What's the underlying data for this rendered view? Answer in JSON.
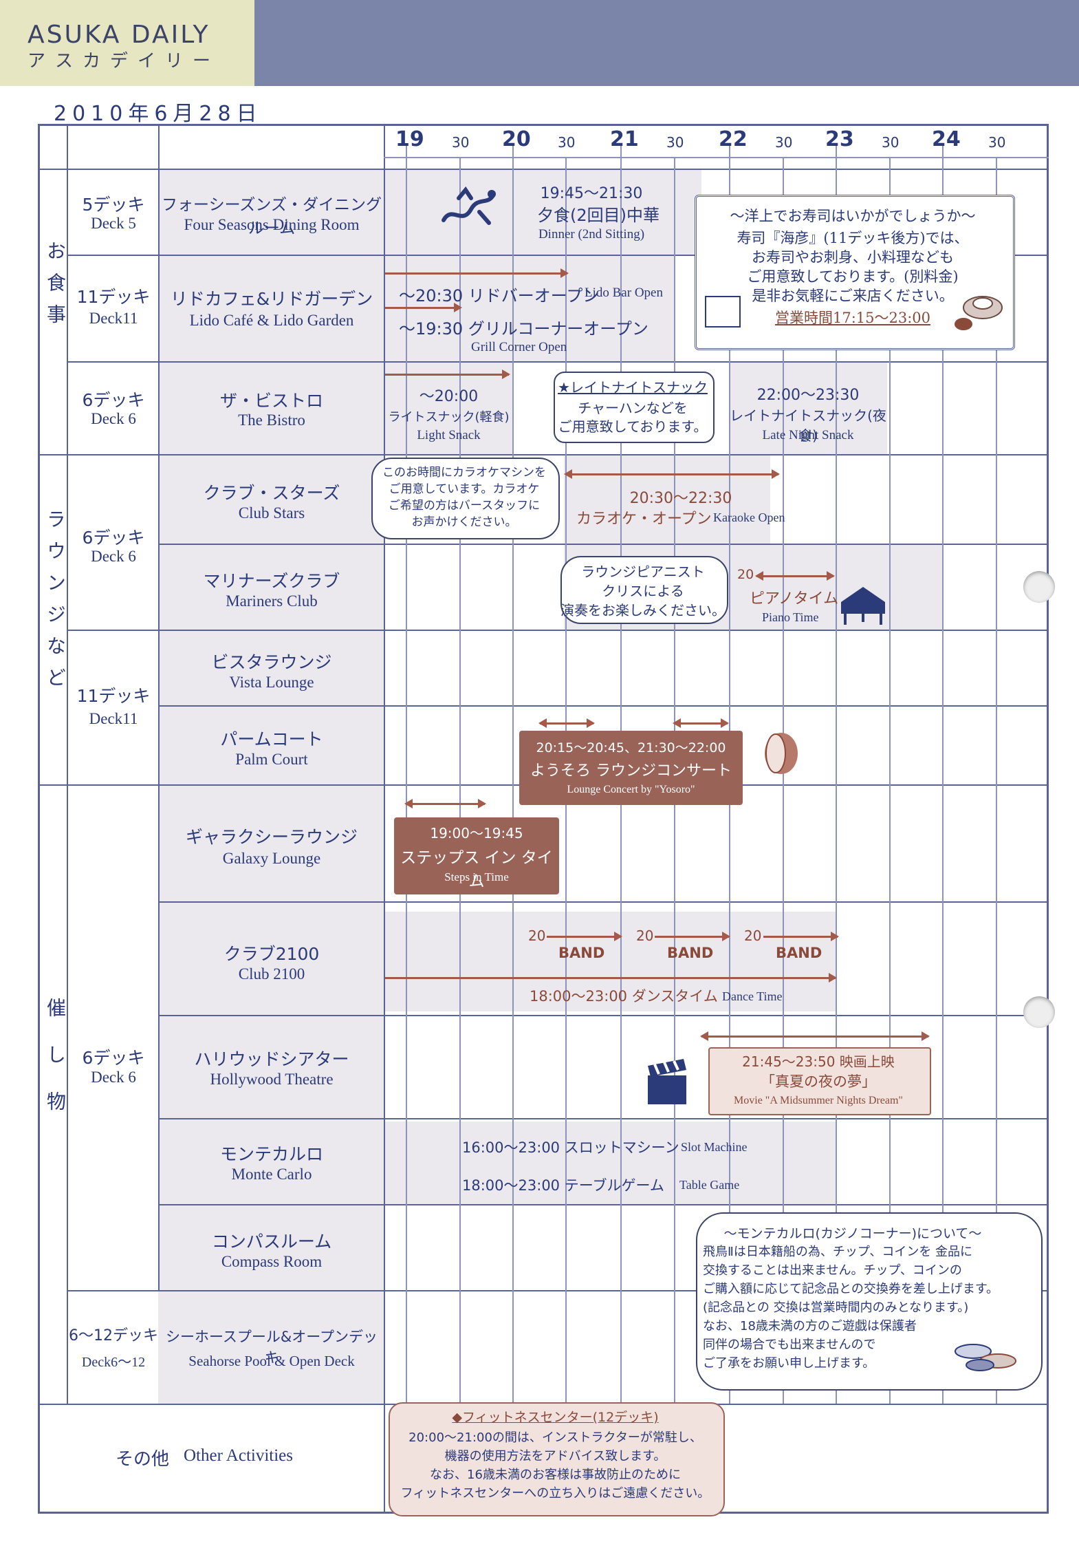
{
  "header": {
    "brand": "ASUKA DAILY",
    "brand_kana": "アスカデイリー",
    "date": "2010年6月28日"
  },
  "timeline": {
    "hours": [
      "19",
      "20",
      "21",
      "22",
      "23",
      "24"
    ],
    "half": "30"
  },
  "categories": {
    "meals": "お食事",
    "lounges": "ラウンジなど",
    "events": "催し物"
  },
  "rows": [
    {
      "deck_j": "5デッキ",
      "deck_e": "Deck 5",
      "venue_j": "フォーシーズンズ・ダイニングルーム",
      "venue_e": "Four Seasons Dining Room"
    },
    {
      "deck_j": "11デッキ",
      "deck_e": "Deck11",
      "venue_j": "リドカフェ&リドガーデン",
      "venue_e": "Lido Café & Lido Garden"
    },
    {
      "deck_j": "6デッキ",
      "deck_e": "Deck 6",
      "venue_j": "ザ・ビストロ",
      "venue_e": "The Bistro"
    },
    {
      "deck_j": "6デッキ",
      "deck_e": "Deck 6",
      "venue_j": "クラブ・スターズ",
      "venue_e": "Club Stars"
    },
    {
      "venue_j": "マリナーズクラブ",
      "venue_e": "Mariners Club"
    },
    {
      "deck_j": "11デッキ",
      "deck_e": "Deck11",
      "venue_j": "ビスタラウンジ",
      "venue_e": "Vista Lounge"
    },
    {
      "venue_j": "パームコート",
      "venue_e": "Palm Court"
    },
    {
      "venue_j": "ギャラクシーラウンジ",
      "venue_e": "Galaxy Lounge"
    },
    {
      "deck_j": "6デッキ",
      "deck_e": "Deck 6",
      "venue_j": "クラブ2100",
      "venue_e": "Club 2100"
    },
    {
      "venue_j": "ハリウッドシアター",
      "venue_e": "Hollywood Theatre"
    },
    {
      "venue_j": "モンテカルロ",
      "venue_e": "Monte Carlo"
    },
    {
      "venue_j": "コンパスルーム",
      "venue_e": "Compass Room"
    },
    {
      "deck_j": "6〜12デッキ",
      "deck_e": "Deck6〜12",
      "venue_j": "シーホースプール&オープンデッキ",
      "venue_e": "Seahorse Pool & Open Deck"
    },
    {
      "venue_j": "その他",
      "venue_e": "Other Activities"
    }
  ],
  "events": {
    "dinner": {
      "time": "19:45〜21:30",
      "title": "夕食(2回目)中華",
      "en": "Dinner (2nd Sitting)"
    },
    "lido_bar": {
      "title": "〜20:30 リドバーオープン",
      "en": "Lido Bar Open"
    },
    "grill": {
      "title": "〜19:30 グリルコーナーオープン",
      "en": "Grill Corner Open"
    },
    "light_snack": {
      "time": "〜20:00",
      "title": "ライトスナック(軽食)",
      "en": "Light Snack"
    },
    "late_snack_bubble": {
      "l1": "★レイトナイトスナック",
      "l2": "チャーハンなどを",
      "l3": "ご用意致しております。"
    },
    "late_snack": {
      "time": "22:00〜23:30",
      "title": "レイトナイトスナック(夜食)",
      "en": "Late Night Snack"
    },
    "karaoke_bubble": {
      "l1": "このお時間にカラオケマシンを",
      "l2": "ご用意しています。カラオケ",
      "l3": "ご希望の方はバースタッフに",
      "l4": "お声かけください。"
    },
    "karaoke": {
      "time": "20:30〜22:30",
      "title": "カラオケ・オープン",
      "en": "Karaoke Open"
    },
    "pianist_bubble": {
      "l1": "ラウンジピアニスト",
      "l2": "クリスによる",
      "l3": "演奏をお楽しみください。"
    },
    "piano": {
      "dur": "20",
      "title": "ピアノタイム",
      "en": "Piano Time"
    },
    "lounge_concert": {
      "time": "20:15〜20:45、21:30〜22:00",
      "title": "ようそろ ラウンジコンサート",
      "en": "Lounge Concert by \"Yosoro\""
    },
    "steps": {
      "time": "19:00〜19:45",
      "title": "ステップス イン タイム",
      "en": "Steps in Time"
    },
    "band": {
      "dur": "20",
      "label": "BAND"
    },
    "dance": {
      "title": "18:00〜23:00 ダンスタイム",
      "en": "Dance Time"
    },
    "movie": {
      "time": "21:45〜23:50 映画上映",
      "title": "「真夏の夜の夢」",
      "en": "Movie \"A Midsummer Nights Dream\""
    },
    "slot": {
      "title": "16:00〜23:00 スロットマシーン",
      "en": "Slot Machine"
    },
    "table_game": {
      "title": "18:00〜23:00 テーブルゲーム",
      "en": "Table Game"
    }
  },
  "sushi_notice": {
    "l1": "〜洋上でお寿司はいかがでしょうか〜",
    "l2": "寿司『海彦』(11デッキ後方)では、",
    "l3": "お寿司やお刺身、小料理なども",
    "l4": "ご用意致しております。(別料金)",
    "l5": "是非お気軽にご来店ください。",
    "l6": "営業時間17:15〜23:00"
  },
  "casino_notice": {
    "l1": "〜モンテカルロ(カジノコーナー)について〜",
    "l2": "飛鳥Ⅱは日本籍船の為、チップ、コインを 金品に",
    "l3": "交換することは出来ません。チップ、コインの",
    "l4": "ご購入額に応じて記念品との交換券を差し上げます。",
    "l5": "(記念品との 交換は営業時間内のみとなります。)",
    "l6": "なお、18歳未満の方のご遊戯は保護者",
    "l7": "同伴の場合でも出来ませんので",
    "l8": "ご了承をお願い申し上げます。"
  },
  "fitness_notice": {
    "l1": "◆フィットネスセンター(12デッキ)",
    "l2": "20:00〜21:00の間は、インストラクターが常駐し、",
    "l3": "機器の使用方法をアドバイス致します。",
    "l4": "なお、16歳未満のお客様は事故防止のために",
    "l5": "フィットネスセンターへの立ち入りはご遠慮ください。"
  }
}
